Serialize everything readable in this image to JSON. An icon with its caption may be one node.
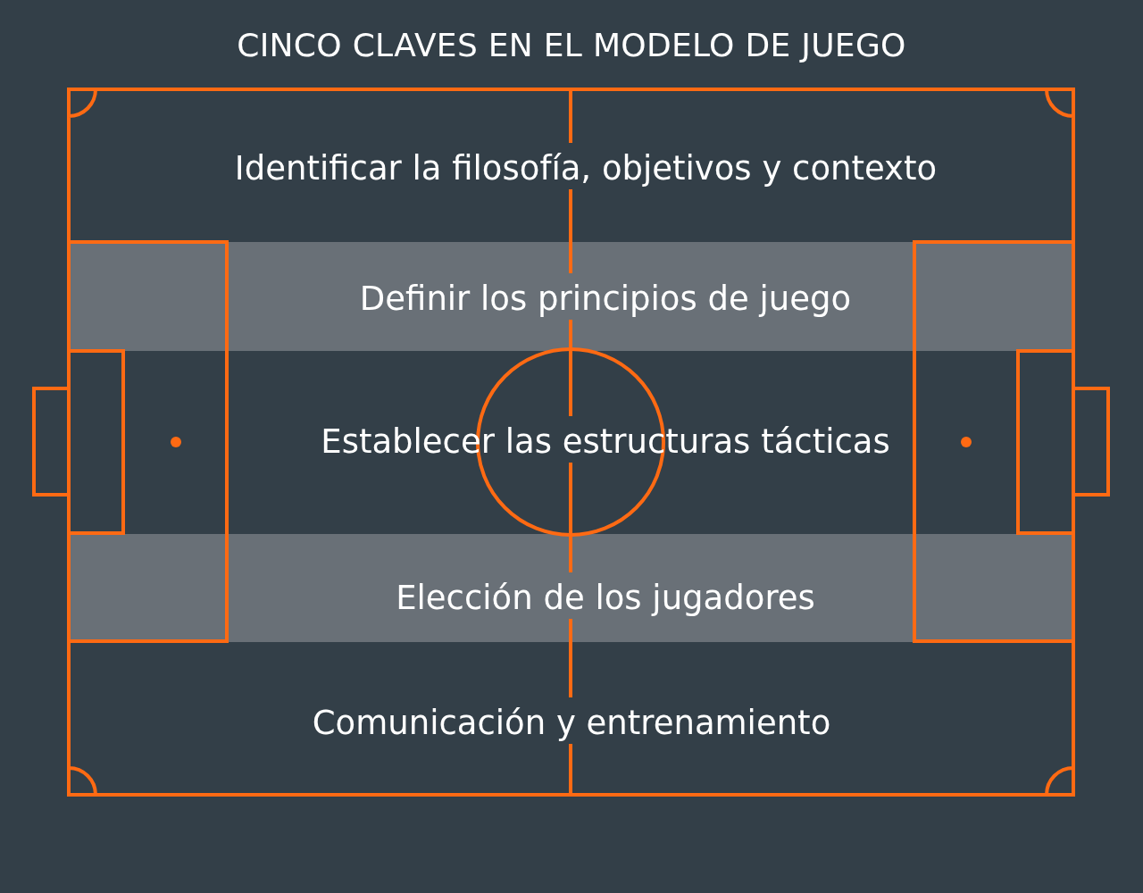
{
  "diagram": {
    "title": "CINCO CLAVES EN EL MODELO DE JUEGO",
    "nodes": [
      {
        "text": [
          "Identificar la filosofía, objetivos y contexto"
        ]
      },
      {
        "text": [
          "Definir los principios de juego"
        ]
      },
      {
        "text": [
          "Establecer las estructuras tácticas"
        ]
      },
      {
        "text": [
          "Elección de los jugadores"
        ]
      },
      {
        "text": [
          "Comunicación y entrenamiento"
        ]
      }
    ]
  }
}
